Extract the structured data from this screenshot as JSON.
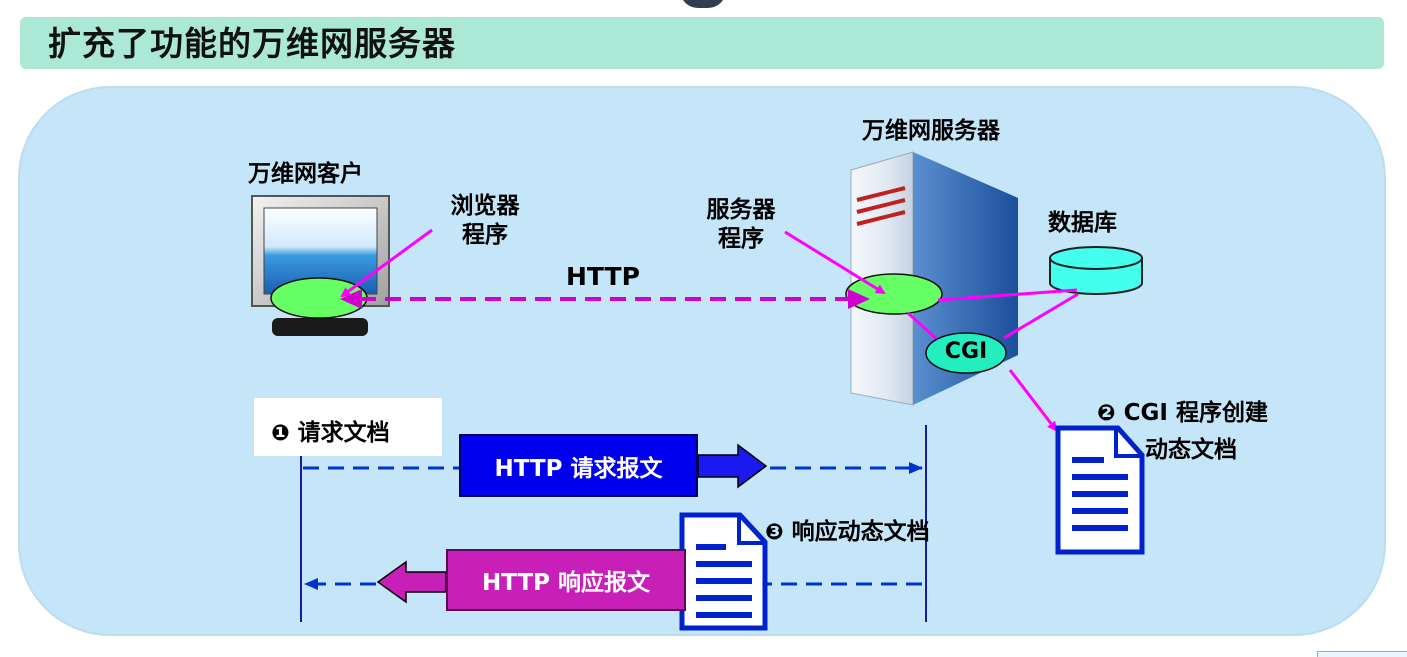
{
  "title": "扩充了功能的万维网服务器",
  "client": {
    "label": "万维网客户",
    "browser_label_line1": "浏览器",
    "browser_label_line2": "程序"
  },
  "server": {
    "label": "万维网服务器",
    "program_label_line1": "服务器",
    "program_label_line2": "程序"
  },
  "database": {
    "label": "数据库"
  },
  "protocol": {
    "label": "HTTP"
  },
  "cgi": {
    "label": "CGI"
  },
  "steps": {
    "step1": {
      "number": "❶",
      "text": "请求文档"
    },
    "step2": {
      "number": "❷",
      "line1": "CGI 程序创建",
      "line2": "动态文档"
    },
    "step3": {
      "number": "❸",
      "text": "响应动态文档"
    }
  },
  "messages": {
    "request": "HTTP 请求报文",
    "response": "HTTP 响应报文"
  },
  "colors": {
    "title_bg": "#ace8d6",
    "panel_bg": "#c5e5f8",
    "magenta": "#ff00ff",
    "blue_dashed": "#0033cc",
    "request_box": "#0000ee",
    "response_box": "#c71fb8",
    "green_oval": "#66ff66",
    "cgi_oval": "#22eec0",
    "database": "#44ffee",
    "document": "#0022cc"
  },
  "icons": [
    "monitor-icon",
    "server-tower-icon",
    "database-cylinder-icon",
    "document-icon"
  ]
}
